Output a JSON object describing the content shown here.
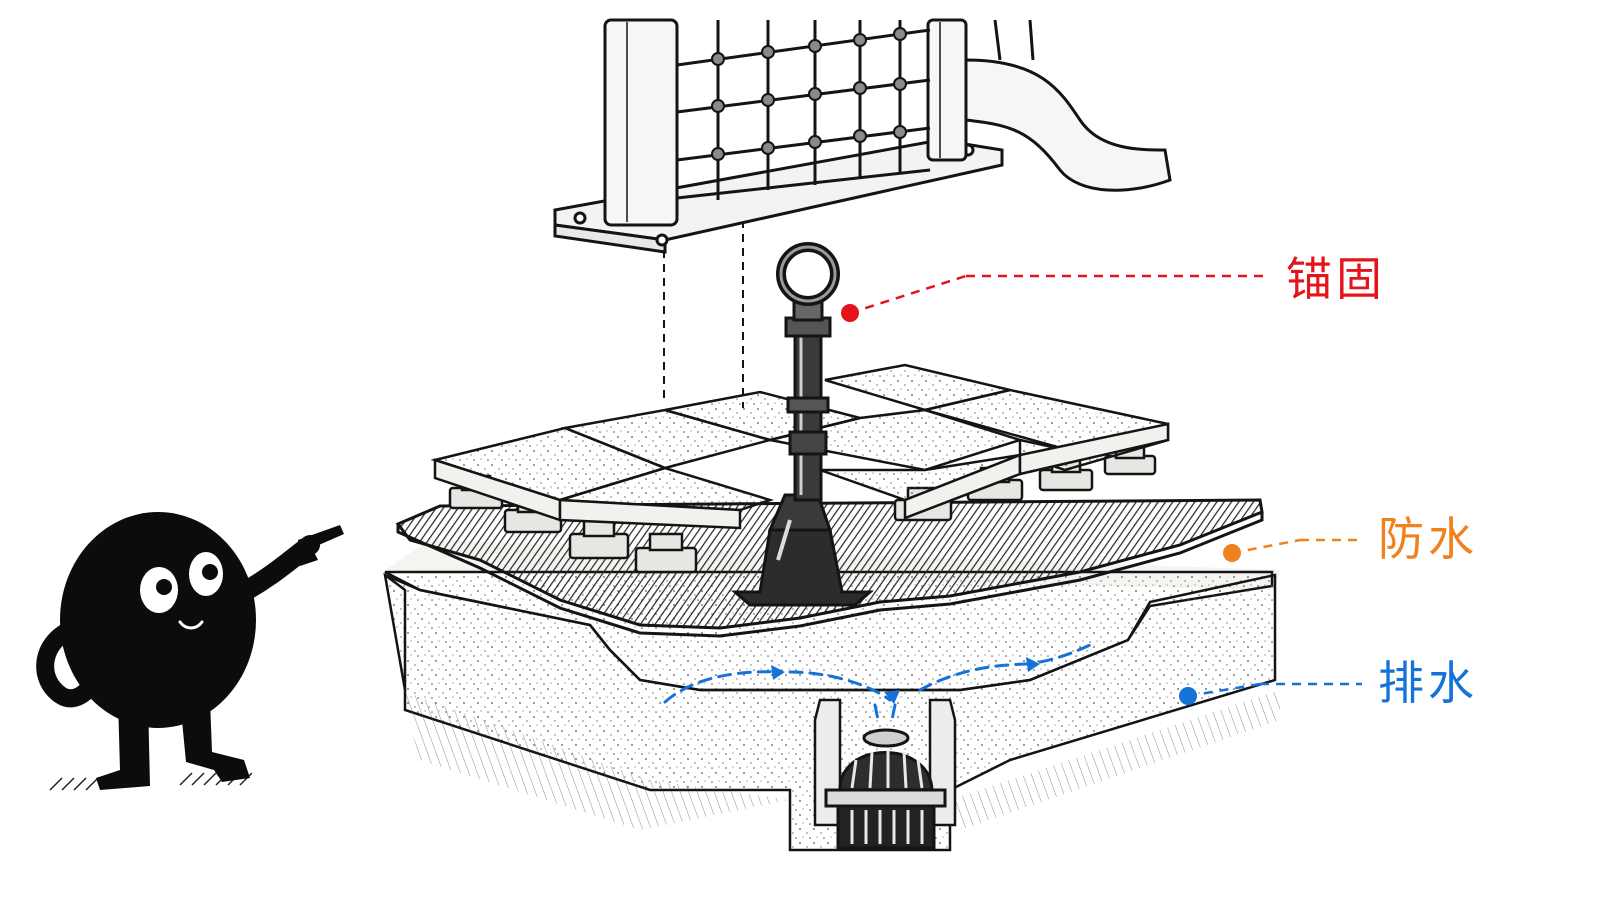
{
  "callouts": {
    "anchor": {
      "label": "锚固",
      "color": "#e3151b"
    },
    "waterproof": {
      "label": "防水",
      "color": "#f0821e"
    },
    "drainage": {
      "label": "排水",
      "color": "#1572d6"
    }
  },
  "colors": {
    "ink": "#141414",
    "membrane": "#3a3a3a",
    "paver": "#f1f1ee",
    "concrete": "#f7f7f5",
    "mascot": "#0c0c0c"
  },
  "icons": {
    "mascot": "pointing-blob-character",
    "anchor": "eye-bolt-anchor",
    "drain": "dome-roof-drain",
    "frame": "playground-climbing-frame"
  }
}
